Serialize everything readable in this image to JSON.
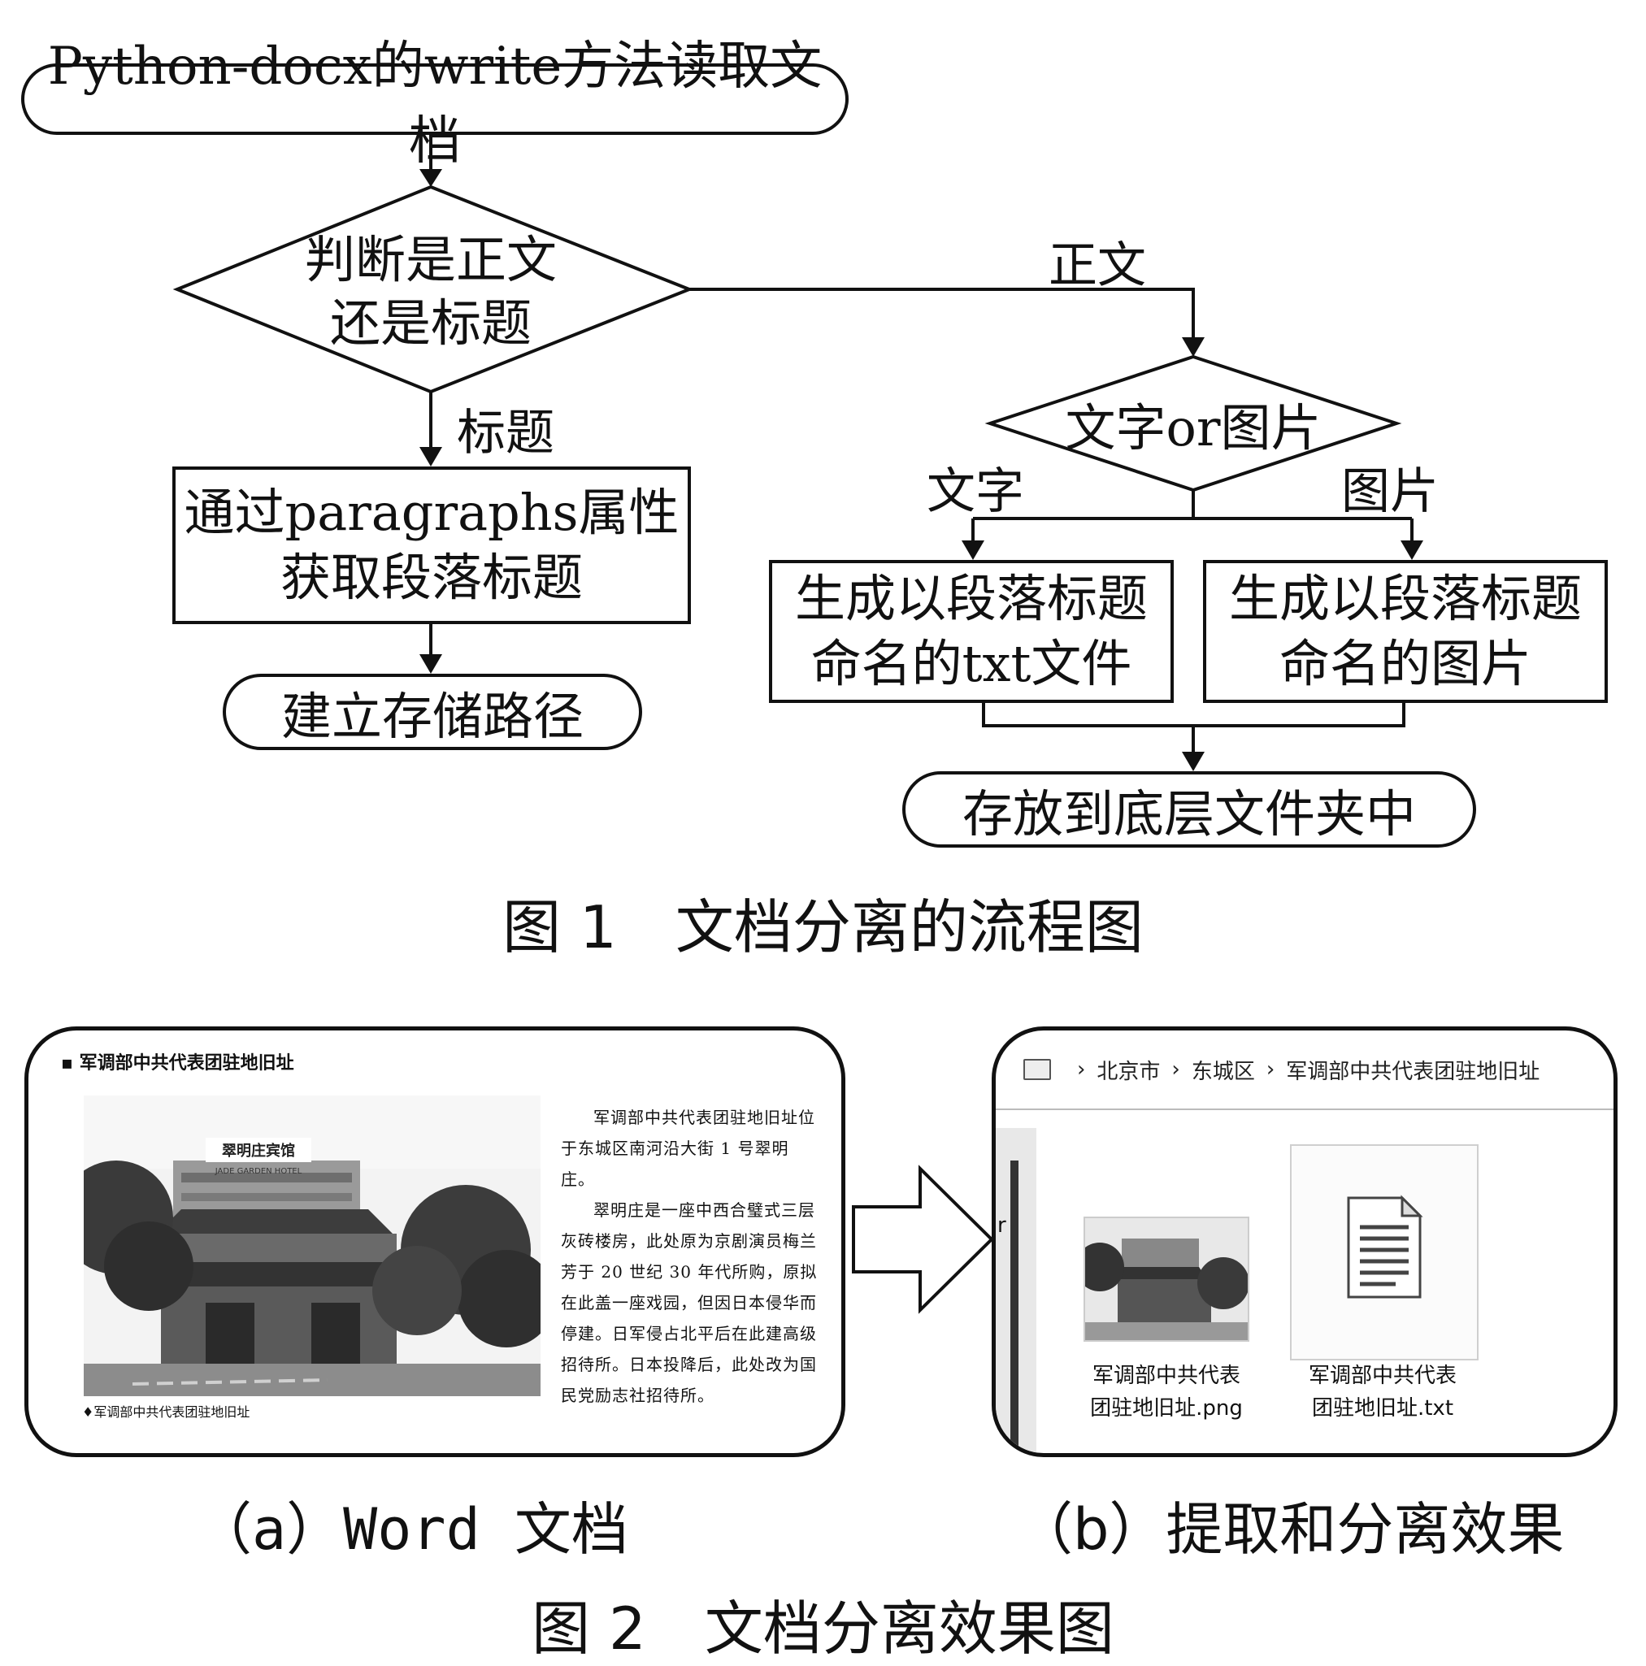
{
  "figure1": {
    "nodes": {
      "start": "Python-docx的write方法读取文档",
      "decision1_line1": "判断是正文",
      "decision1_line2": "还是标题",
      "get_title_line1": "通过paragraphs属性",
      "get_title_line2": "获取段落标题",
      "build_path": "建立存储路径",
      "decision2": "文字or图片",
      "gen_txt_line1": "生成以段落标题",
      "gen_txt_line2": "命名的txt文件",
      "gen_img_line1": "生成以段落标题",
      "gen_img_line2": "命名的图片",
      "store": "存放到底层文件夹中"
    },
    "edge_labels": {
      "body": "正文",
      "title": "标题",
      "text": "文字",
      "image": "图片"
    },
    "caption": "图 1　文档分离的流程图"
  },
  "figure2": {
    "word_doc": {
      "heading": "▪ 军调部中共代表团驻地旧址",
      "photo_caption": "♦军调部中共代表团驻地旧址",
      "photo_sign_cn": "翠明庄宾馆",
      "photo_sign_en": "JADE GARDEN HOTEL",
      "paragraphs": [
        "军调部中共代表团驻地旧址位于东城区南河沿大街 1 号翠明庄。",
        "翠明庄是一座中西合璧式三层灰砖楼房，此处原为京剧演员梅兰芳于 20 世纪 30 年代所购，原拟在此盖一座戏园，但因日本侵华而停建。日军侵占北平后在此建高级招待所。日本投降后，此处改为国民党励志社招待所。"
      ]
    },
    "explorer": {
      "breadcrumb": [
        "北京市",
        "东城区",
        "军调部中共代表团驻地旧址"
      ],
      "files": [
        {
          "line1": "军调部中共代表",
          "line2": "团驻地旧址.png",
          "icon": "image-file-icon"
        },
        {
          "line1": "军调部中共代表",
          "line2": "团驻地旧址.txt",
          "icon": "text-file-icon"
        }
      ],
      "side_char": "r"
    },
    "subcaption_a": "（a）Word 文档",
    "subcaption_b": "（b）提取和分离效果",
    "caption": "图 2　文档分离效果图"
  }
}
